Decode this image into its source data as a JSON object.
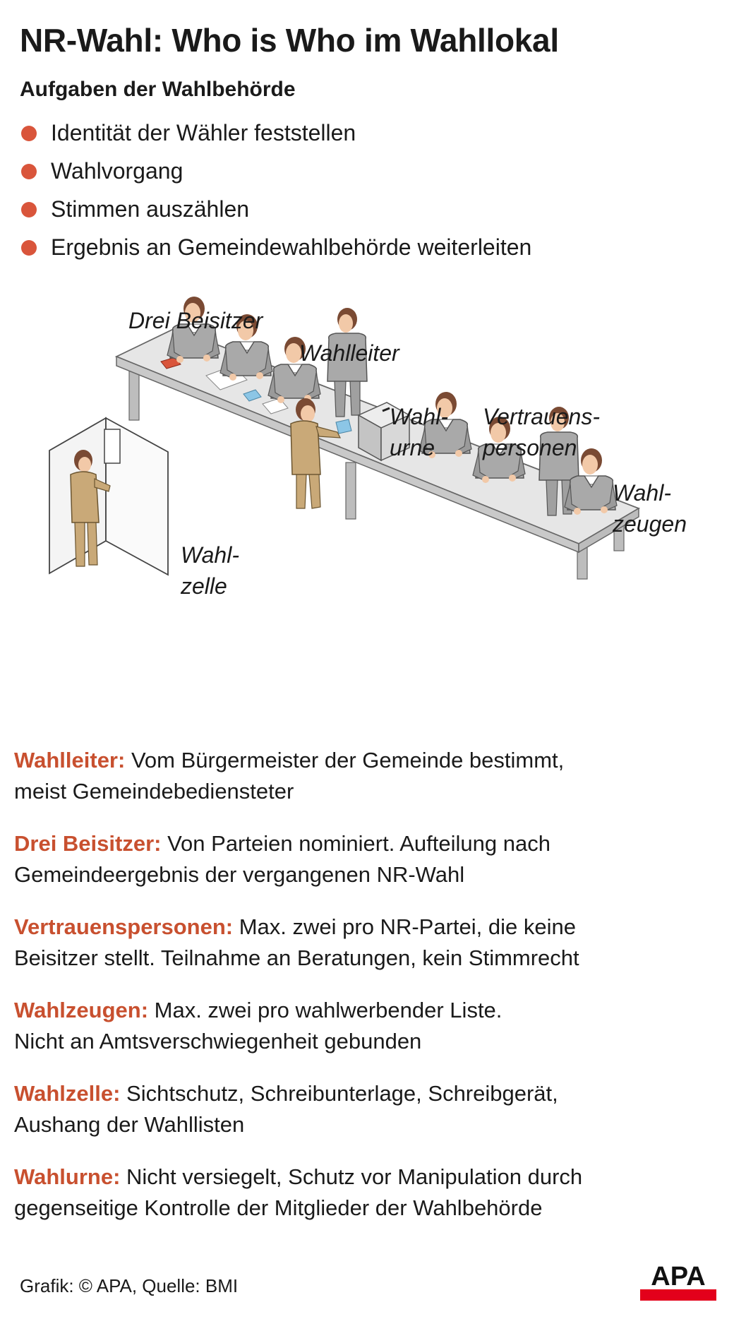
{
  "title": "NR-Wahl: Who is Who im Wahllokal",
  "subtitle": "Aufgaben der Wahlbehörde",
  "tasks": [
    "Identität der Wähler feststellen",
    "Wahlvorgang",
    "Stimmen auszählen",
    "Ergebnis an Gemeindewahlbehörde weiterleiten"
  ],
  "illustration": {
    "labels": {
      "beisitzer": "Drei Beisitzer",
      "wahlleiter": "Wahlleiter",
      "wahlurne": [
        "Wahl-",
        "urne"
      ],
      "vertrauenspersonen": [
        "Vertrauens-",
        "personen"
      ],
      "wahlzeugen": [
        "Wahl-",
        "zeugen"
      ],
      "wahlzelle": [
        "Wahl-",
        "zelle"
      ]
    }
  },
  "definitions": [
    {
      "term": "Wahlleiter:",
      "text": " Vom Bürgermeister der Gemeinde bestimmt,",
      "text2": "meist Gemeindebediensteter"
    },
    {
      "term": "Drei Beisitzer:",
      "text": " Von Parteien nominiert. Aufteilung nach",
      "text2": "Gemeindeergebnis der vergangenen NR-Wahl"
    },
    {
      "term": "Vertrauenspersonen:",
      "text": " Max. zwei pro NR-Partei, die keine",
      "text2": "Beisitzer stellt. Teilnahme an Beratungen, kein Stimmrecht"
    },
    {
      "term": "Wahlzeugen:",
      "text": " Max. zwei pro wahlwerbender Liste.",
      "text2": "Nicht an Amtsverschwiegenheit gebunden"
    },
    {
      "term": "Wahlzelle:",
      "text": " Sichtschutz, Schreibunterlage, Schreibgerät,",
      "text2": "Aushang der Wahllisten"
    },
    {
      "term": "Wahlurne:",
      "text": " Nicht versiegelt, Schutz vor Manipulation durch",
      "text2": "gegenseitige Kontrolle der Mitglieder der Wahlbehörde"
    }
  ],
  "footer": "Grafik: © APA, Quelle: BMI",
  "logo_text": "APA",
  "colors": {
    "accent": "#d9553b",
    "term": "#c8502f",
    "figure_gray": "#a9a9a9",
    "figure_tan": "#c9a978",
    "table": "#e6e6e6"
  }
}
